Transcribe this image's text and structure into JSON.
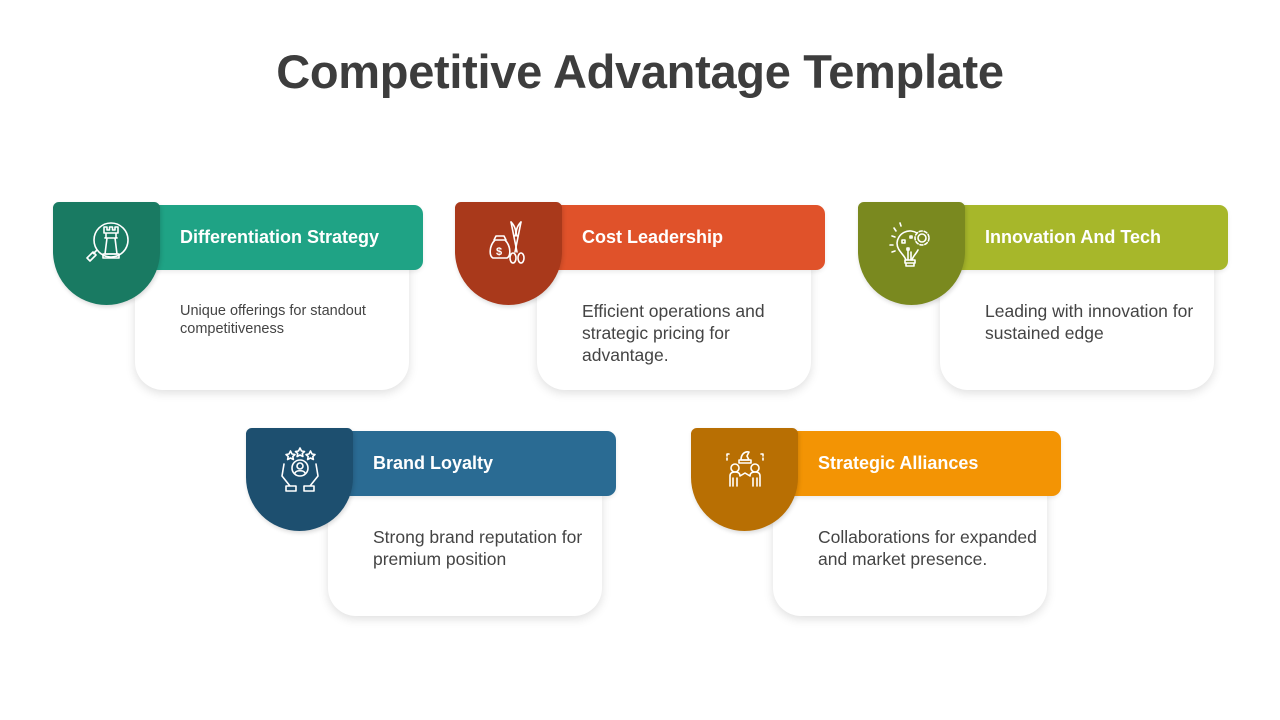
{
  "title": "Competitive Advantage Template",
  "cards": [
    {
      "heading": "Differentiation Strategy",
      "description": "Unique offerings for standout competitiveness",
      "icon": "chess-rook-magnifier-icon",
      "bar_color": "#1fa385",
      "badge_color": "#197a62"
    },
    {
      "heading": "Cost Leadership",
      "description": "Efficient operations and strategic pricing for advantage.",
      "icon": "money-bag-scissors-icon",
      "bar_color": "#e0522a",
      "badge_color": "#a9391b"
    },
    {
      "heading": "Innovation And Tech",
      "description": "Leading with innovation for sustained edge",
      "icon": "lightbulb-gear-icon",
      "bar_color": "#a7b72a",
      "badge_color": "#7a891f"
    },
    {
      "heading": "Brand Loyalty",
      "description": "Strong brand reputation for premium position",
      "icon": "hands-user-stars-icon",
      "bar_color": "#2a6b93",
      "badge_color": "#1d4f6f"
    },
    {
      "heading": "Strategic Alliances",
      "description": "Collaborations for expanded and market presence.",
      "icon": "people-chess-knight-icon",
      "bar_color": "#f39404",
      "badge_color": "#b86f03"
    }
  ]
}
